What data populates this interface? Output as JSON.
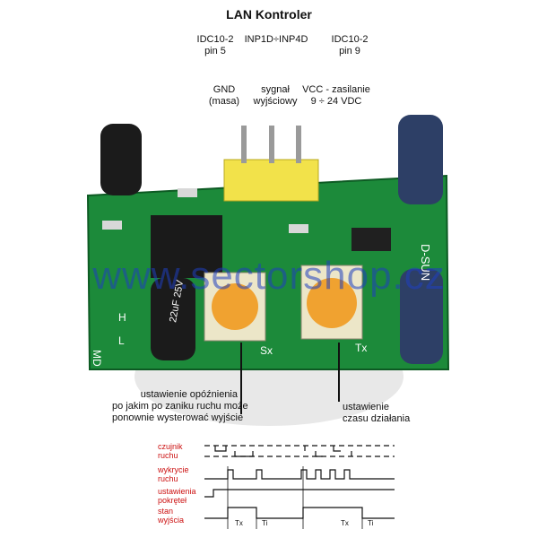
{
  "header": {
    "title": "LAN Kontroler"
  },
  "pins": [
    {
      "connector": "IDC10-2",
      "pin": "pin 5",
      "name": "GND",
      "note": "(masa)"
    },
    {
      "connector": "INP1D÷INP4D",
      "name": "sygnał",
      "note": "wyjściowy"
    },
    {
      "connector": "IDC10-2",
      "pin": "pin 9",
      "name": "VCC - zasilanie",
      "note": "9 ÷ 24 VDC"
    }
  ],
  "board": {
    "silk": {
      "brand": "D-SUN",
      "h": "H",
      "l": "L",
      "md": "MD",
      "sx": "Sx",
      "tx": "Tx",
      "cap": "22uF 25V"
    }
  },
  "watermark": "www.sectorshop.cz",
  "annotations": {
    "left": [
      "ustawienie opóźnienia",
      "po jakim po zaniku ruchu może",
      "ponownie wysterować wyjście"
    ],
    "right": [
      "ustawienie",
      "czasu działania"
    ]
  },
  "timing": {
    "rows": [
      {
        "label": [
          "czujnik",
          "ruchu"
        ]
      },
      {
        "label": [
          "wykrycie",
          "ruchu"
        ]
      },
      {
        "label": [
          "ustawienia",
          "pokręteł"
        ]
      },
      {
        "label": [
          "stan",
          "wyjścia"
        ]
      }
    ],
    "tx_label": "Tx",
    "ti_label": "Ti"
  },
  "colors": {
    "pcb": "#1c8a3a",
    "header": "#f2e24a",
    "pot": "#f0a230",
    "pot_body": "#ece6c8",
    "wave": "#111111",
    "label": "#cc1111"
  }
}
